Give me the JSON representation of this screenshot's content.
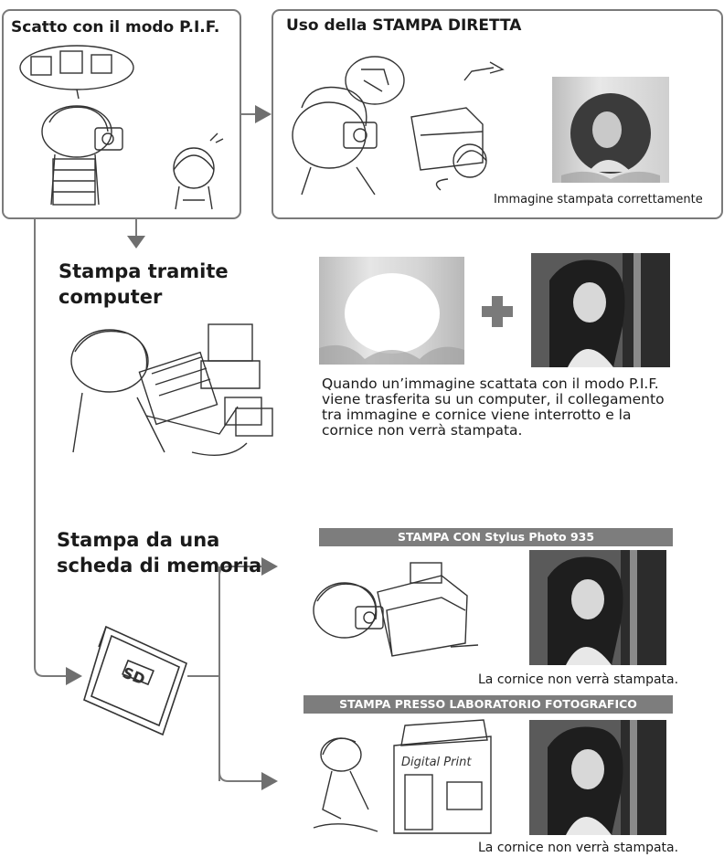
{
  "boxes": {
    "pif": {
      "title": "Scatto con il modo P.I.F."
    },
    "direct": {
      "title": "Uso della STAMPA DIRETTA",
      "caption": "Immagine stampata correttamente"
    }
  },
  "sections": {
    "computer": {
      "title_line1": "Stampa tramite",
      "title_line2": "computer",
      "text": [
        "Quando un’immagine scattata con il modo P.I.F.",
        "viene trasferita su un computer, il collegamento",
        "tra immagine e cornice viene interrotto e la",
        "cornice non verrà stampata."
      ]
    },
    "memory": {
      "title_line1": "Stampa da una",
      "title_line2": "scheda di memoria"
    }
  },
  "banners": {
    "printer": "STAMPA CON Stylus Photo 935",
    "lab": "STAMPA PRESSO LABORATORIO FOTOGRAFICO"
  },
  "captions": {
    "printer": "La cornice non verrà stampata.",
    "lab": "La cornice non verrà stampata."
  },
  "sd_card": {
    "label": "SD"
  },
  "shop_sign": "Digital Print",
  "colors": {
    "arrow": "#6f6f6f",
    "banner": "#7d7d7d",
    "line": "#7a7a7a"
  }
}
